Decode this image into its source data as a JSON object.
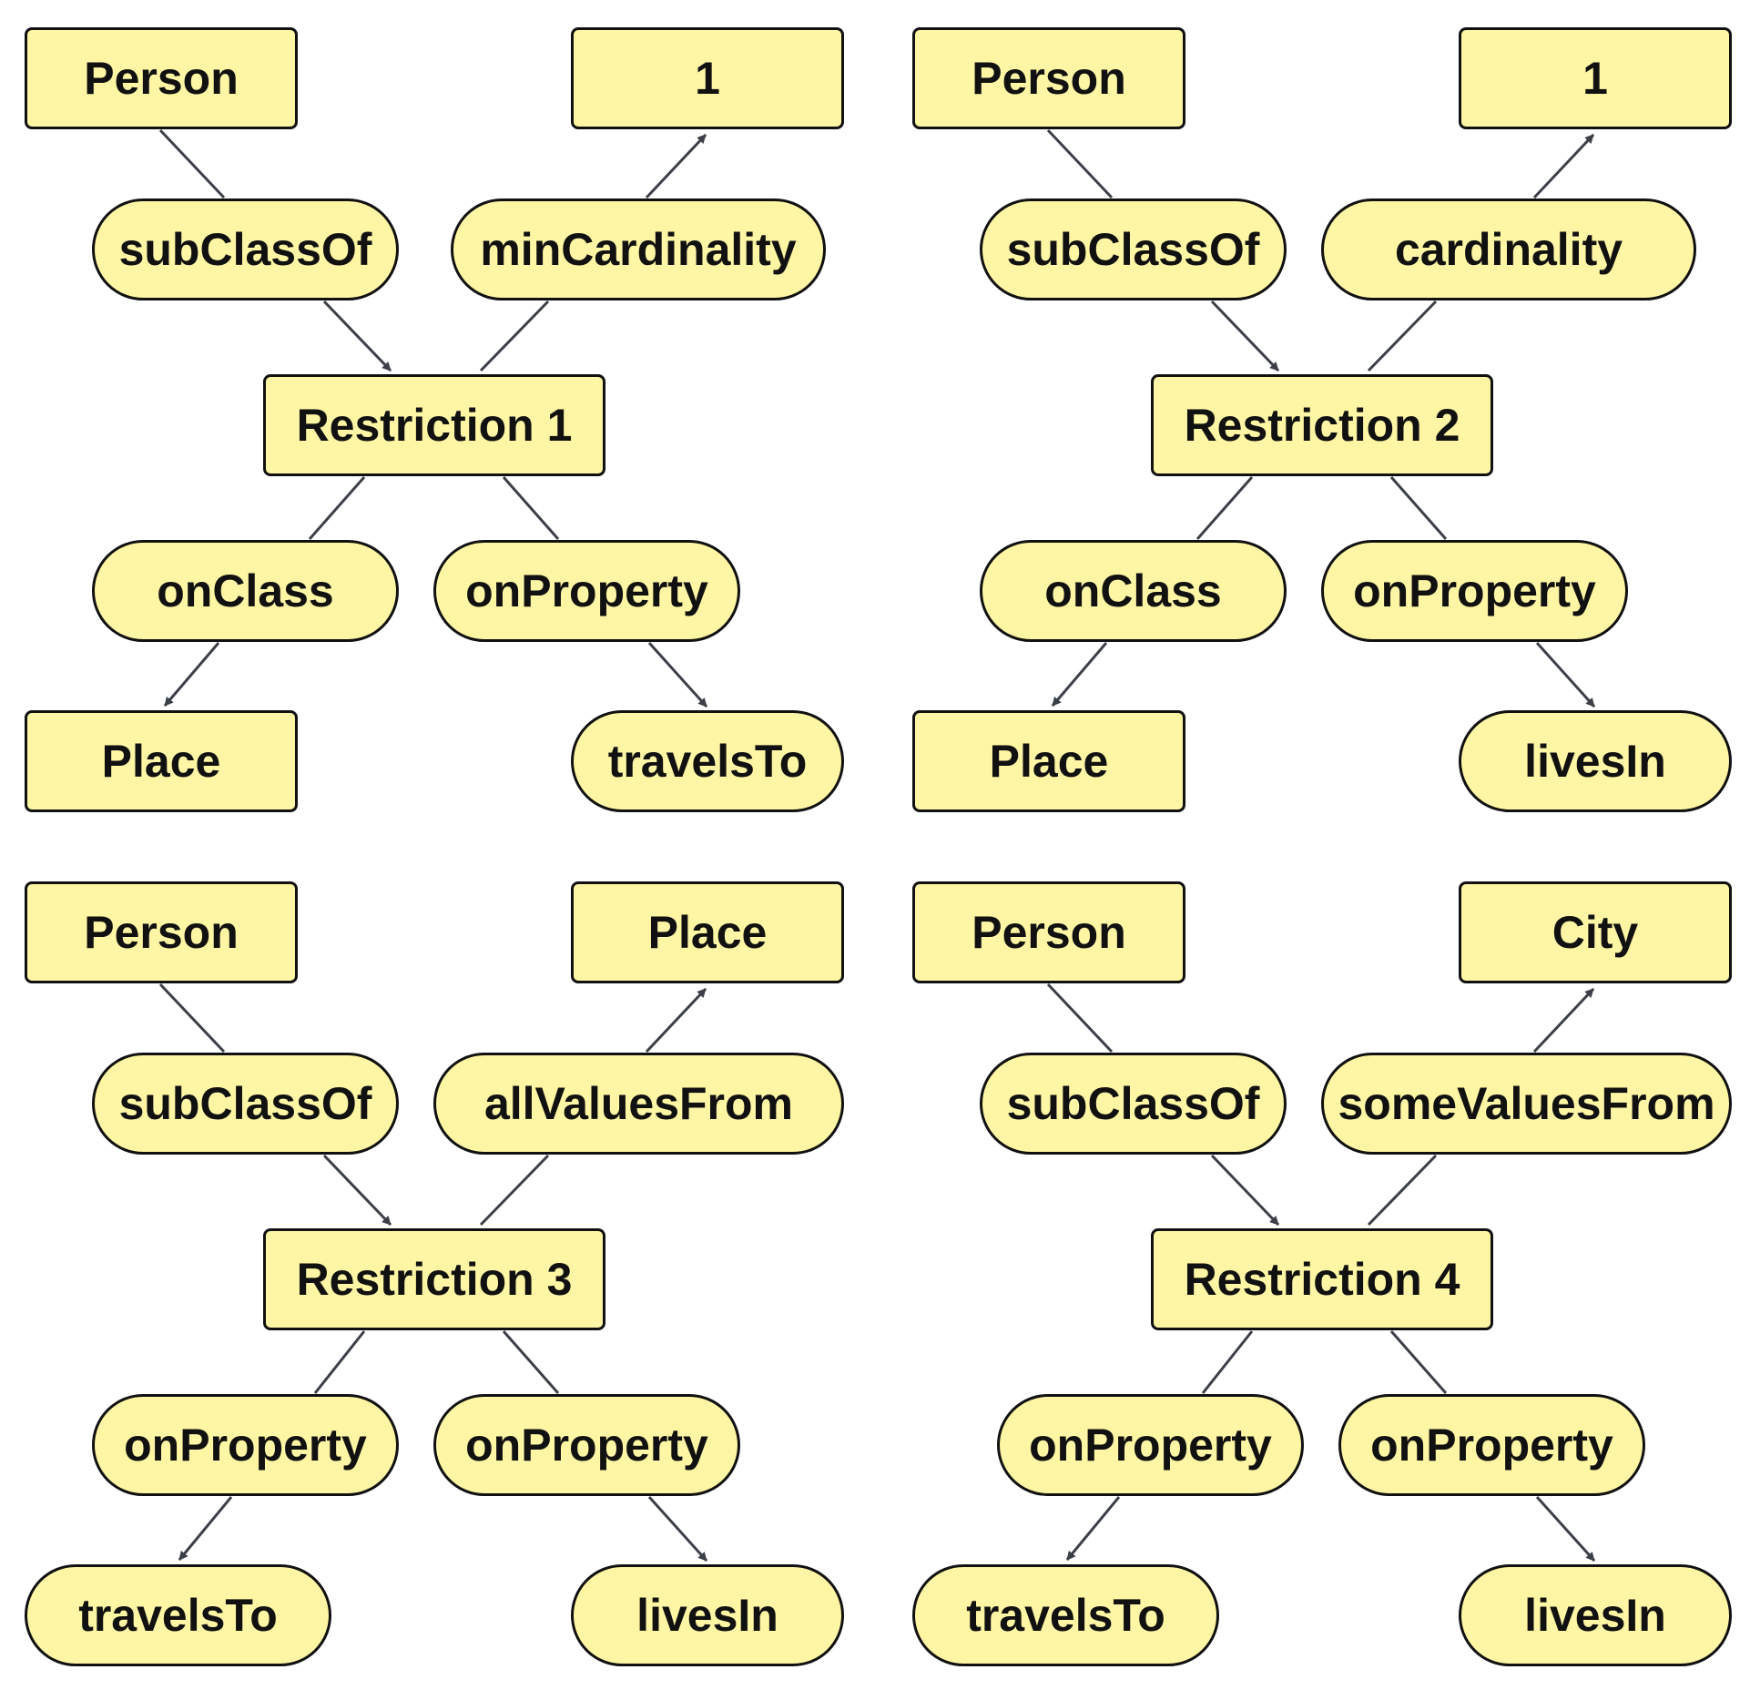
{
  "colors": {
    "node_fill": "#fff6a5",
    "node_border": "#111111",
    "edge": "#3b3f48"
  },
  "diagrams": [
    {
      "subject": "Person",
      "restriction": "Restriction 1",
      "top_relation": "subClassOf",
      "value_relation": "minCardinality",
      "value": "1",
      "left_relation": "onClass",
      "left_target": "Place",
      "right_relation": "onProperty",
      "right_target": "travelsTo"
    },
    {
      "subject": "Person",
      "restriction": "Restriction 2",
      "top_relation": "subClassOf",
      "value_relation": "cardinality",
      "value": "1",
      "left_relation": "onClass",
      "left_target": "Place",
      "right_relation": "onProperty",
      "right_target": "livesIn"
    },
    {
      "subject": "Person",
      "restriction": "Restriction 3",
      "top_relation": "subClassOf",
      "value_relation": "allValuesFrom",
      "value": "Place",
      "left_relation": "onProperty",
      "left_target": "travelsTo",
      "right_relation": "onProperty",
      "right_target": "livesIn"
    },
    {
      "subject": "Person",
      "restriction": "Restriction 4",
      "top_relation": "subClassOf",
      "value_relation": "someValuesFrom",
      "value": "City",
      "left_relation": "onProperty",
      "left_target": "travelsTo",
      "right_relation": "onProperty",
      "right_target": "livesIn"
    }
  ]
}
